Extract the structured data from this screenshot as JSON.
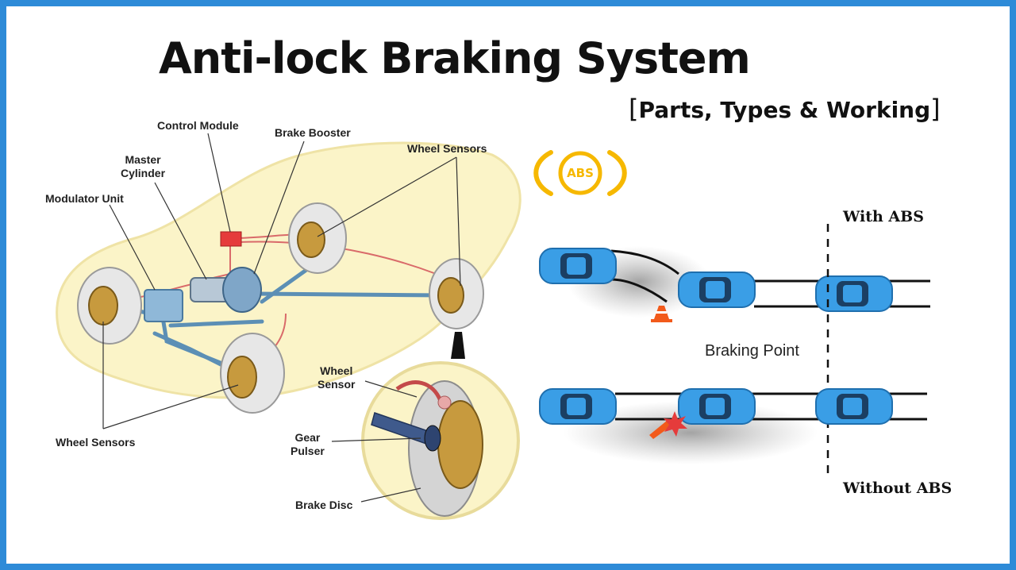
{
  "title": "Anti-lock Braking System",
  "subtitle": "Parts, Types & Working",
  "subtitle_brackets": {
    "open": "[",
    "close": "]"
  },
  "diagram": {
    "labels": {
      "control_module": "Control Module",
      "brake_booster": "Brake Booster",
      "master_cylinder": "Master\nCylinder",
      "modulator_unit": "Modulator Unit",
      "wheel_sensors_top": "Wheel Sensors",
      "wheel_sensors_bottom": "Wheel Sensors",
      "wheel_sensor": "Wheel\nSensor",
      "gear_pulser": "Gear\nPulser",
      "brake_disc": "Brake Disc"
    }
  },
  "abs_icon": {
    "text": "ABS",
    "color": "#f6b800"
  },
  "comparison": {
    "with_abs": "With ABS",
    "without_abs": "Without ABS",
    "braking_point": "Braking Point"
  },
  "colors": {
    "frame": "#2e8bd8",
    "car_body": "#3a9ee6",
    "car_outline_fill": "#fbf4c8",
    "brake_line_blue": "#5c8fb5",
    "brake_line_red": "#d96a6a",
    "control_module": "#e53b3b"
  }
}
